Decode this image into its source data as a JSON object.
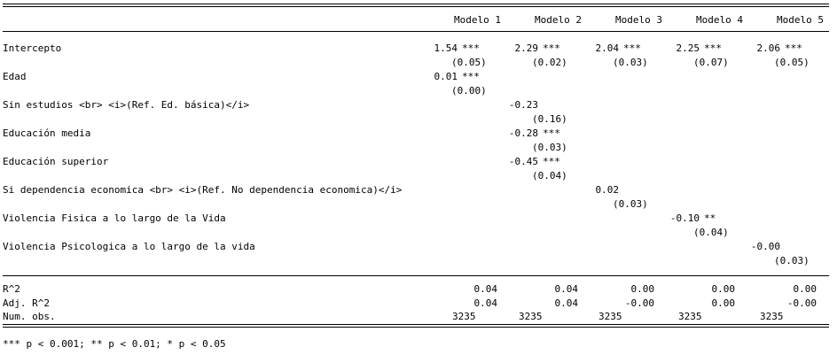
{
  "models": [
    "Modelo 1",
    "Modelo 2",
    "Modelo 3",
    "Modelo 4",
    "Modelo 5"
  ],
  "coef_rows": [
    {
      "label": "Intercepto",
      "cells": [
        {
          "col": 0,
          "est": "1.54",
          "stars": "***",
          "se": "(0.05)"
        },
        {
          "col": 1,
          "est": "2.29",
          "stars": "***",
          "se": "(0.02)"
        },
        {
          "col": 2,
          "est": "2.04",
          "stars": "***",
          "se": "(0.03)"
        },
        {
          "col": 3,
          "est": "2.25",
          "stars": "***",
          "se": "(0.07)"
        },
        {
          "col": 4,
          "est": "2.06",
          "stars": "***",
          "se": "(0.05)"
        }
      ]
    },
    {
      "label": "Edad",
      "cells": [
        {
          "col": 0,
          "est": "0.01",
          "stars": "***",
          "se": "(0.00)"
        }
      ]
    },
    {
      "label": "Sin estudios <br> <i>(Ref. Ed. básica)</i>",
      "cells": [
        {
          "col": 1,
          "est": "-0.23",
          "stars": "",
          "se": "(0.16)"
        }
      ]
    },
    {
      "label": "Educación media",
      "cells": [
        {
          "col": 1,
          "est": "-0.28",
          "stars": "***",
          "se": "(0.03)"
        }
      ]
    },
    {
      "label": "Educación superior",
      "cells": [
        {
          "col": 1,
          "est": "-0.45",
          "stars": "***",
          "se": "(0.04)"
        }
      ]
    },
    {
      "label": "Si dependencia economica <br> <i>(Ref. No dependencia economica)</i>",
      "cells": [
        {
          "col": 2,
          "est": "0.02",
          "stars": "",
          "se": "(0.03)"
        }
      ]
    },
    {
      "label": "Violencia Fisica a lo largo de la Vida",
      "cells": [
        {
          "col": 3,
          "est": "-0.10",
          "stars": "**",
          "se": "(0.04)"
        }
      ]
    },
    {
      "label": "Violencia Psicologica a lo largo de la vida",
      "cells": [
        {
          "col": 4,
          "est": "-0.00",
          "stars": "",
          "se": "(0.03)"
        }
      ]
    }
  ],
  "stat_rows": [
    {
      "label": "R^2",
      "values": [
        "0.04",
        "0.04",
        "0.00",
        "0.00",
        "0.00"
      ]
    },
    {
      "label": "Adj. R^2",
      "values": [
        "0.04",
        "0.04",
        "-0.00",
        "0.00",
        "-0.00"
      ]
    },
    {
      "label": "Num. obs.",
      "values": [
        "3235",
        "3235",
        "3235",
        "3235",
        "3235"
      ]
    }
  ],
  "footnote": "*** p < 0.001; ** p < 0.01; * p < 0.05"
}
